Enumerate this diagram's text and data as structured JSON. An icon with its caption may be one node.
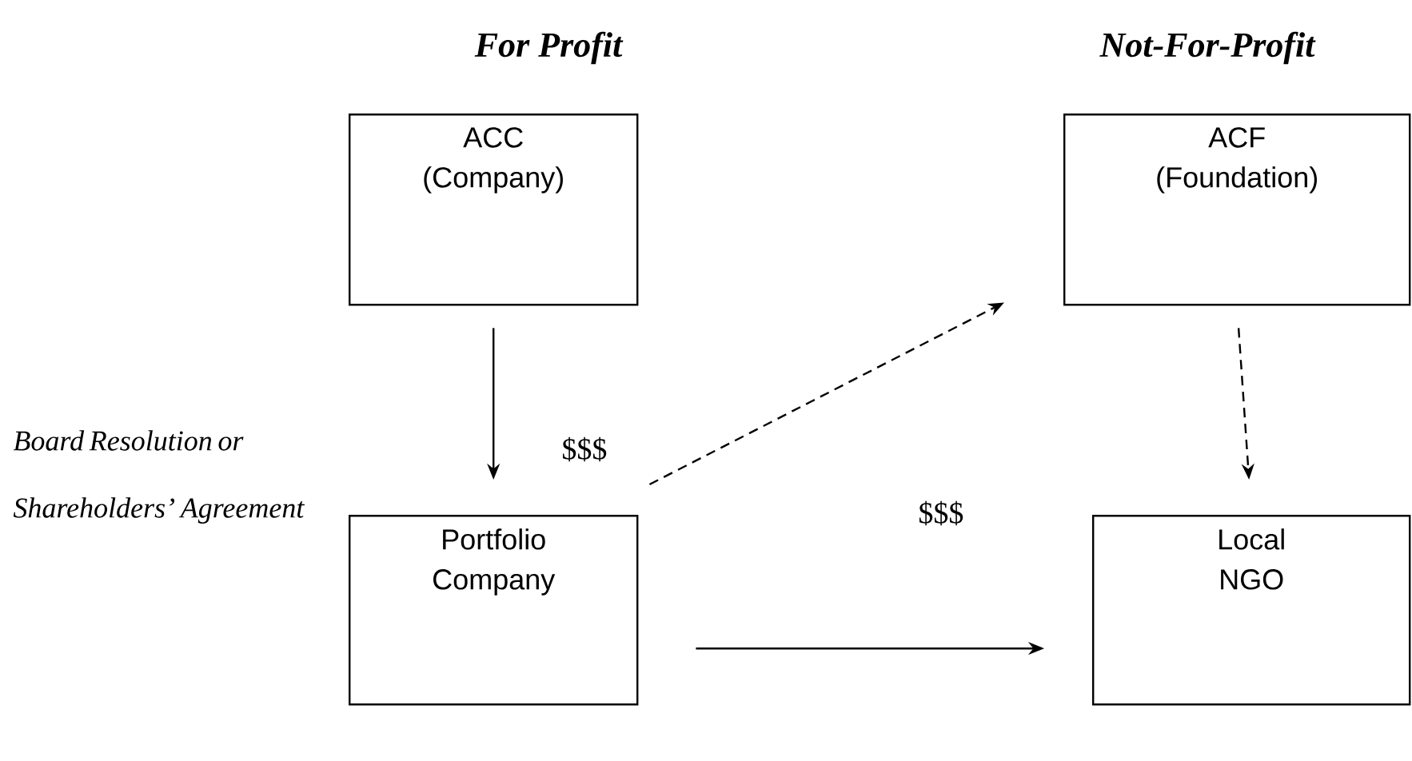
{
  "diagram": {
    "nodes": [
      {
        "text": [
          "ACC (Company)"
        ]
      },
      {
        "text": [
          "ACF (Foundation)"
        ]
      },
      {
        "text": [
          "Portfolio Company"
        ]
      },
      {
        "text": [
          "Local NGO"
        ]
      }
    ],
    "edges": [
      {
        "from": 0,
        "to": 2,
        "arrow": "to",
        "label": "$$$"
      },
      {
        "from": 2,
        "to": 1,
        "arrow": "to",
        "style": "dashed"
      },
      {
        "from": 1,
        "to": 3,
        "arrow": "to",
        "style": "dashed"
      },
      {
        "from": 2,
        "to": 3,
        "arrow": "to",
        "label": "$$$"
      }
    ],
    "labels": [
      "For Profit",
      "Not-For-Profit",
      "Board Resolution or Shareholders’ Agreement"
    ]
  }
}
